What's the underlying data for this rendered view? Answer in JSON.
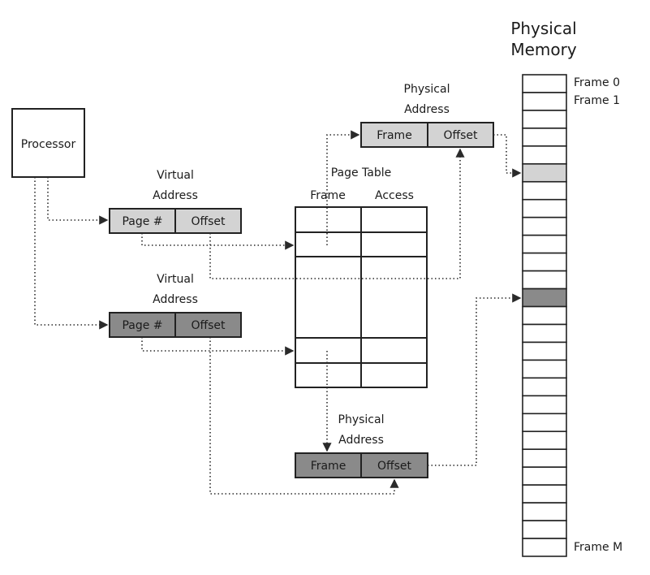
{
  "colors": {
    "light_fill": "#d3d3d3",
    "dark_fill": "#8a8a8a",
    "stroke": "#222222",
    "white": "#ffffff"
  },
  "processor": {
    "label": "Processor"
  },
  "virtual_address_1": {
    "caption_line1": "Virtual",
    "caption_line2": "Address",
    "page_label": "Page #",
    "offset_label": "Offset"
  },
  "virtual_address_2": {
    "caption_line1": "Virtual",
    "caption_line2": "Address",
    "page_label": "Page #",
    "offset_label": "Offset"
  },
  "physical_address_1": {
    "caption_line1": "Physical",
    "caption_line2": "Address",
    "frame_label": "Frame",
    "offset_label": "Offset"
  },
  "physical_address_2": {
    "caption_line1": "Physical",
    "caption_line2": "Address",
    "frame_label": "Frame",
    "offset_label": "Offset"
  },
  "page_table": {
    "title": "Page Table",
    "col_frame": "Frame",
    "col_access": "Access"
  },
  "physical_memory": {
    "title_line1": "Physical",
    "title_line2": "Memory",
    "frame_0": "Frame 0",
    "frame_1": "Frame 1",
    "frame_m": "Frame M",
    "frame_count": 27,
    "highlight_light_frame_index": 5,
    "highlight_dark_frame_index": 12
  }
}
